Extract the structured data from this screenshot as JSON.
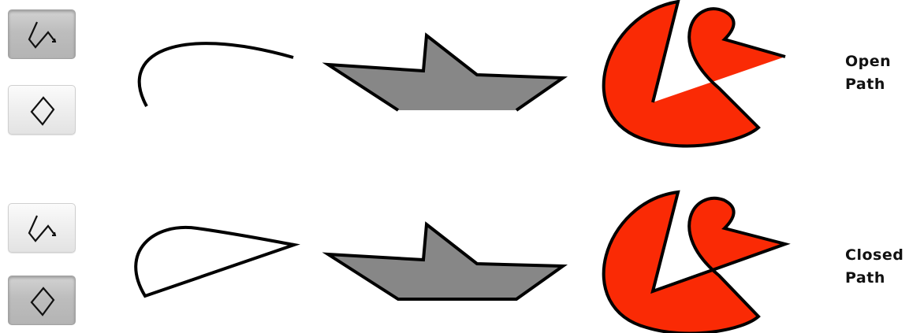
{
  "rows": [
    {
      "label_line1": "Open",
      "label_line2": "Path",
      "mode": "open",
      "pressed_tool": "open-path"
    },
    {
      "label_line1": "Closed",
      "label_line2": "Path",
      "mode": "closed",
      "pressed_tool": "closed-path"
    }
  ],
  "tools": {
    "open_path_icon": "open-path-icon",
    "closed_path_icon": "closed-path-icon"
  },
  "colors": {
    "stroke": "#000000",
    "boat_fill": "#878787",
    "pac_fill": "#fa2a05",
    "button_pressed": "#bdbdbd",
    "button_released": "#eeeeee"
  }
}
